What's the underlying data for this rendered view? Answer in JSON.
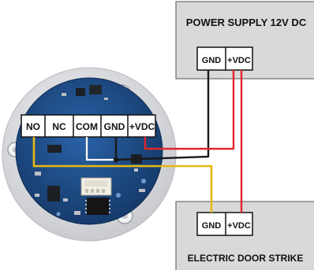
{
  "power_supply": {
    "title": "POWER SUPPLY 12V DC",
    "terminals": [
      "GND",
      "+VDC"
    ]
  },
  "door_strike": {
    "title": "ELECTRIC DOOR STRIKE",
    "terminals": [
      "GND",
      "+VDC"
    ]
  },
  "board": {
    "terminals": [
      "NO",
      "NC",
      "COM",
      "GND",
      "+VDC"
    ]
  },
  "wire_colors": {
    "black": "#1a1a1a",
    "red": "#e0262b",
    "yellow": "#f5c518"
  },
  "colors": {
    "box_fill": "#d9d9d9",
    "pcb": "#1f4e8c",
    "housing": "#e6e7ea"
  }
}
